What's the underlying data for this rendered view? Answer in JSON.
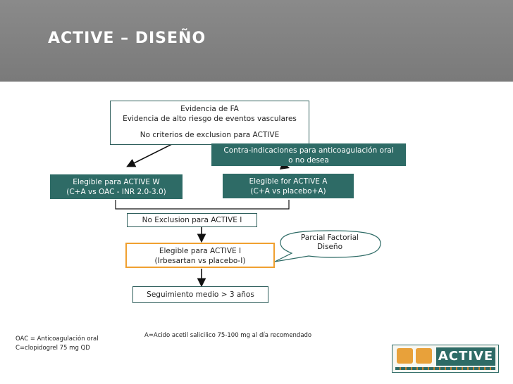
{
  "title": "ACTIVE – DISEÑO",
  "boxes": {
    "evidence": [
      "Evidencia de FA",
      "Evidencia de alto riesgo de eventos  vasculares",
      "No criterios de exclusion para ACTIVE"
    ],
    "contra": [
      "Contra-indicaciones para anticoagulación oral",
      "o no desea"
    ],
    "active_w": [
      "Elegible para ACTIVE W",
      "(C+A vs OAC - INR 2.0-3.0)"
    ],
    "active_a": [
      "Elegible for ACTIVE A",
      "(C+A vs placebo+A)"
    ],
    "no_exclusion": "No Exclusion para ACTIVE I",
    "active_i": [
      "Elegible para ACTIVE I",
      "(Irbesartan vs placebo-I)"
    ],
    "followup": "Seguimiento medio > 3 años",
    "callout": [
      "Parcial Factorial",
      "Diseño"
    ]
  },
  "notes": {
    "abbrev": [
      "OAC = Anticoagulación oral",
      "C=clopidogrel 75 mg QD"
    ],
    "aspirin": "A=Acido acetil salicilico 75-100 mg al día recomendado"
  },
  "logo": {
    "word": "ACTIVE"
  },
  "colors": {
    "teal": "#2e6b66",
    "orange": "#f0a030",
    "header": "#808080"
  }
}
